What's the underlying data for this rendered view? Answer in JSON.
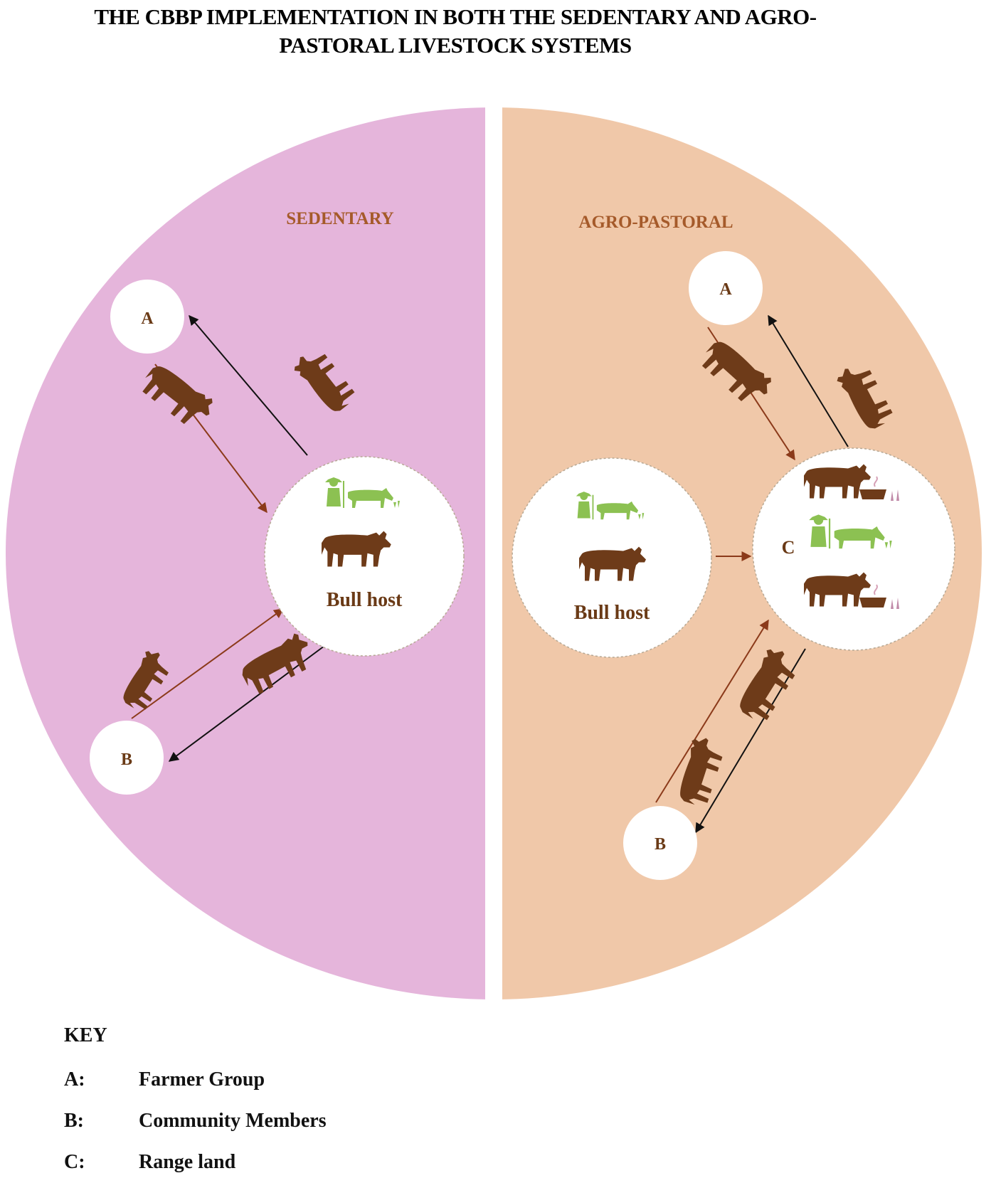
{
  "title": {
    "line1": "THE CBBP IMPLEMENTATION IN BOTH THE SEDENTARY AND AGRO-",
    "line2": "PASTORAL LIVESTOCK SYSTEMS"
  },
  "panels": {
    "sedentary": {
      "label": "SEDENTARY",
      "node_a": "A",
      "node_b": "B",
      "hub": "Bull host"
    },
    "agro_pastoral": {
      "label": "AGRO-PASTORAL",
      "node_a": "A",
      "node_b": "B",
      "node_c": "C",
      "hub": "Bull host"
    }
  },
  "key": {
    "heading": "KEY",
    "items": [
      {
        "code": "A:",
        "meaning": "Farmer Group"
      },
      {
        "code": "B:",
        "meaning": "Community Members"
      },
      {
        "code": "C:",
        "meaning": "Range land"
      }
    ]
  },
  "colors": {
    "sedentary_fill": "#e5b5db",
    "agro_fill": "#f0c8a9",
    "label_text": "#a55a2a",
    "node_text": "#6a3a16",
    "cattle": "#6e3b19",
    "person_green": "#8cc152",
    "arrow_brown": "#8b3a1a",
    "arrow_black": "#111111"
  },
  "icons": [
    "bull-icon",
    "farmer-icon",
    "cow-icon",
    "feed-trough-icon"
  ]
}
